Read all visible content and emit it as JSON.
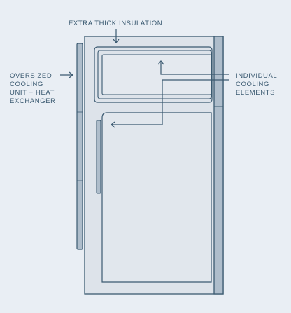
{
  "labels": {
    "insulation": "EXTRA THICK INSULATION",
    "cooling_unit": [
      "OVERSIZED",
      "COOLING",
      "UNIT + HEAT",
      "EXCHANGER"
    ],
    "cooling_elements": [
      "INDIVIDUAL",
      "COOLING",
      "ELEMENTS"
    ]
  },
  "colors": {
    "background": "#e9eef4",
    "line": "#3b5a71",
    "fridge_fill": "#dde3ea",
    "side_panel": "#aebdcb"
  }
}
